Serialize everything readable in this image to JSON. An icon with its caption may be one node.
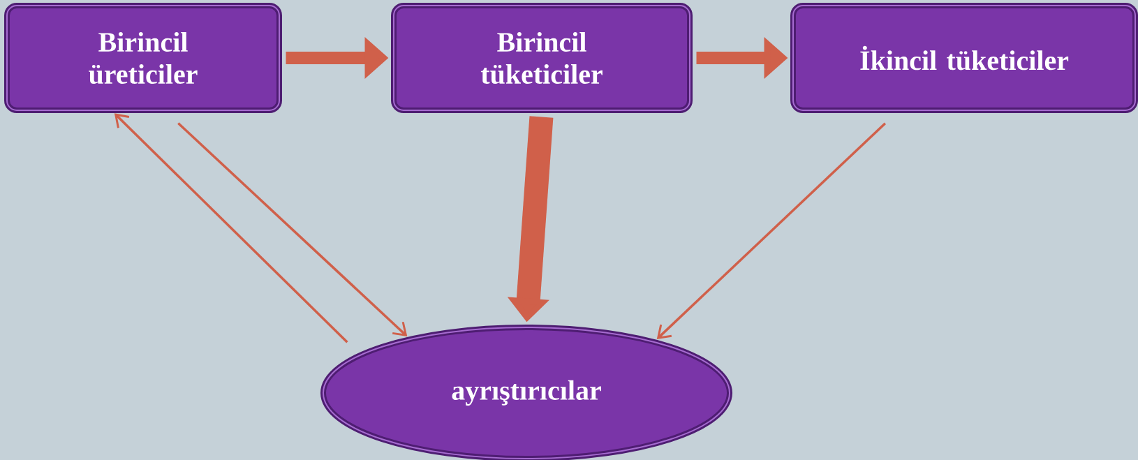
{
  "diagram": {
    "nodes": [
      {
        "text": [
          "Birincil üreticiler"
        ]
      },
      {
        "text": [
          "Birincil tüketiciler"
        ]
      },
      {
        "text": [
          "İkincil tüketiciler"
        ]
      },
      {
        "text": [
          "ayrıştırıcılar"
        ]
      }
    ],
    "edges": [
      {
        "from": 0,
        "to": 1,
        "arrow": "to",
        "style": "thick"
      },
      {
        "from": 1,
        "to": 2,
        "arrow": "to",
        "style": "thick"
      },
      {
        "from": 1,
        "to": 3,
        "arrow": "to",
        "style": "thick"
      },
      {
        "from": 0,
        "to": 3,
        "arrow": "to"
      },
      {
        "from": 3,
        "to": 0,
        "arrow": "to"
      },
      {
        "from": 2,
        "to": 3,
        "arrow": "to"
      }
    ]
  }
}
